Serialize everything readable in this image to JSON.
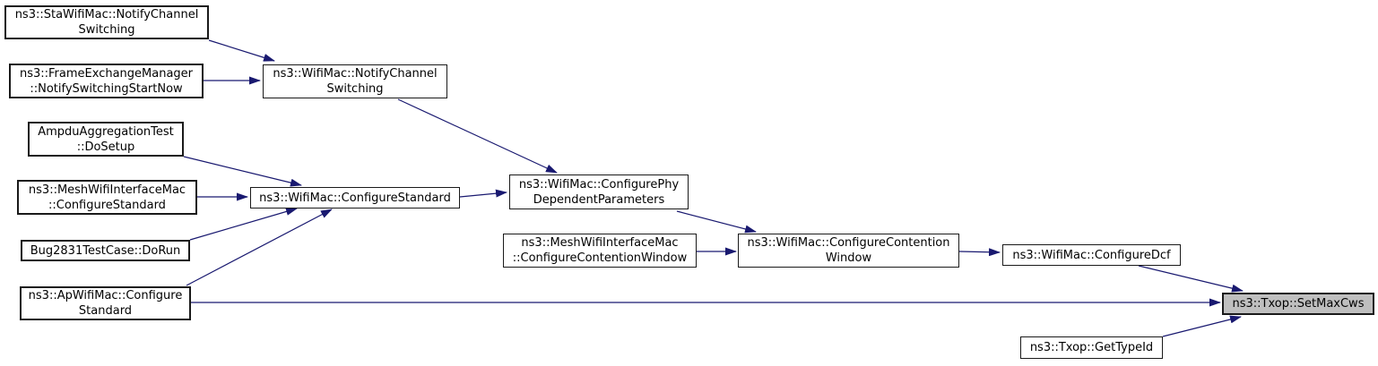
{
  "graph": {
    "kind": "call-graph",
    "highlighted_node": "ns3::Txop::SetMaxCws",
    "colors": {
      "edge": "#191970",
      "node_border": "#1a1a1a",
      "node_fill": "#ffffff",
      "highlight_fill": "#bfbfbf",
      "text": "#000000",
      "background": "#ffffff"
    },
    "nodes": [
      {
        "id": "sta-notify-channel-switching",
        "label": "ns3::StaWifiMac::NotifyChannel\nSwitching"
      },
      {
        "id": "frame-exchange-manager-notify-switching-start-now",
        "label": "ns3::FrameExchangeManager\n::NotifySwitchingStartNow"
      },
      {
        "id": "wifimac-notify-channel-switching",
        "label": "ns3::WifiMac::NotifyChannel\nSwitching"
      },
      {
        "id": "ampdu-aggregation-test-do-setup",
        "label": "AmpduAggregationTest\n::DoSetup"
      },
      {
        "id": "mesh-wifi-interface-mac-configure-standard",
        "label": "ns3::MeshWifiInterfaceMac\n::ConfigureStandard"
      },
      {
        "id": "bug2831-test-case-do-run",
        "label": "Bug2831TestCase::DoRun"
      },
      {
        "id": "ap-wifi-mac-configure-standard",
        "label": "ns3::ApWifiMac::Configure\nStandard"
      },
      {
        "id": "wifimac-configure-standard",
        "label": "ns3::WifiMac::ConfigureStandard"
      },
      {
        "id": "wifimac-configure-phy-dependent-parameters",
        "label": "ns3::WifiMac::ConfigurePhy\nDependentParameters"
      },
      {
        "id": "mesh-wifi-interface-mac-configure-contention-window",
        "label": "ns3::MeshWifiInterfaceMac\n::ConfigureContentionWindow"
      },
      {
        "id": "wifimac-configure-contention-window",
        "label": "ns3::WifiMac::ConfigureContention\nWindow"
      },
      {
        "id": "wifimac-configure-dcf",
        "label": "ns3::WifiMac::ConfigureDcf"
      },
      {
        "id": "txop-set-max-cws",
        "label": "ns3::Txop::SetMaxCws",
        "highlighted": true
      },
      {
        "id": "txop-get-type-id",
        "label": "ns3::Txop::GetTypeId"
      }
    ],
    "edges": [
      {
        "from": "sta-notify-channel-switching",
        "to": "wifimac-notify-channel-switching"
      },
      {
        "from": "frame-exchange-manager-notify-switching-start-now",
        "to": "wifimac-notify-channel-switching"
      },
      {
        "from": "wifimac-notify-channel-switching",
        "to": "wifimac-configure-phy-dependent-parameters"
      },
      {
        "from": "ampdu-aggregation-test-do-setup",
        "to": "wifimac-configure-standard"
      },
      {
        "from": "mesh-wifi-interface-mac-configure-standard",
        "to": "wifimac-configure-standard"
      },
      {
        "from": "bug2831-test-case-do-run",
        "to": "wifimac-configure-standard"
      },
      {
        "from": "ap-wifi-mac-configure-standard",
        "to": "wifimac-configure-standard"
      },
      {
        "from": "wifimac-configure-standard",
        "to": "wifimac-configure-phy-dependent-parameters"
      },
      {
        "from": "wifimac-configure-phy-dependent-parameters",
        "to": "wifimac-configure-contention-window"
      },
      {
        "from": "mesh-wifi-interface-mac-configure-contention-window",
        "to": "wifimac-configure-contention-window"
      },
      {
        "from": "wifimac-configure-contention-window",
        "to": "wifimac-configure-dcf"
      },
      {
        "from": "wifimac-configure-dcf",
        "to": "txop-set-max-cws"
      },
      {
        "from": "ap-wifi-mac-configure-standard",
        "to": "txop-set-max-cws"
      },
      {
        "from": "txop-get-type-id",
        "to": "txop-set-max-cws"
      }
    ]
  }
}
